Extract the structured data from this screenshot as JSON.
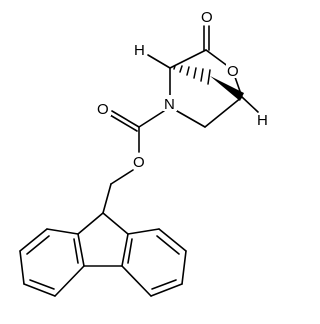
{
  "atoms": {
    "carbonyl_oxygen_top": "O",
    "ring_oxygen": "O",
    "ring_nitrogen": "N",
    "hydrogen_left": "H",
    "hydrogen_right": "H",
    "carbamate_carbonyl_oxygen": "O",
    "ester_oxygen": "O"
  }
}
